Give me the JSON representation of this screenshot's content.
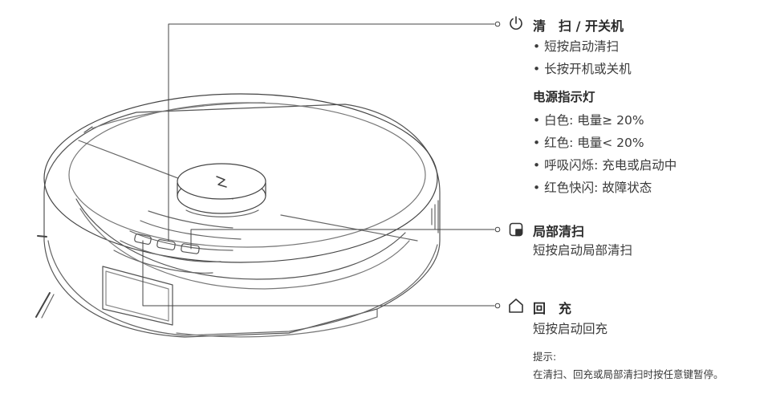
{
  "power": {
    "icon": "power-icon",
    "title": "清　扫 / 开关机",
    "items": [
      "• 短按启动清扫",
      "• 长按开机或关机"
    ],
    "indicator_title": "电源指示灯",
    "indicator_items": [
      "• 白色: 电量≥ 20%",
      "• 红色: 电量< 20%",
      "• 呼吸闪烁: 充电或启动中",
      "• 红色快闪: 故障状态"
    ]
  },
  "spot": {
    "icon": "spot-clean-icon",
    "title": "局部清扫",
    "desc": "短按启动局部清扫"
  },
  "home": {
    "icon": "home-icon",
    "title": "回　充",
    "desc": "短按启动回充"
  },
  "tip": {
    "label": "提示:",
    "text": "在清扫、回充或局部清扫时按任意键暂停。"
  },
  "colors": {
    "line": "#444444",
    "text": "#333333"
  }
}
